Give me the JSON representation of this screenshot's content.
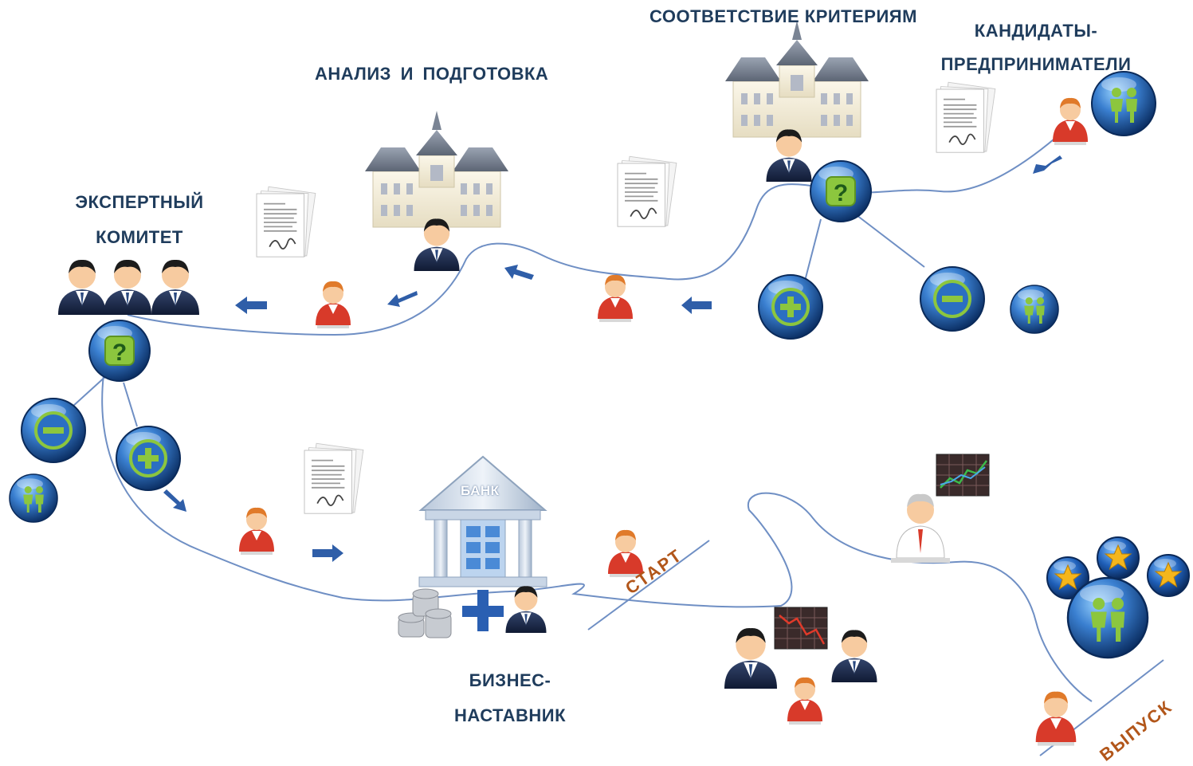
{
  "labels": {
    "criteria": "СООТВЕТСТВИЕ КРИТЕРИЯМ",
    "candidates": "КАНДИДАТЫ-\nПРЕДПРИНИМАТЕЛИ",
    "analysis": "АНАЛИЗ И ПОДГОТОВКА",
    "expert": "ЭКСПЕРТНЫЙ\nКОМИТЕТ",
    "bank": "БАНК",
    "mentor": "БИЗНЕС-\nНАСТАВНИК",
    "start": "СТАРТ",
    "release": "ВЫПУСК"
  },
  "colors": {
    "path_line": "#6f8fc4",
    "arrow": "#2f5ea8",
    "label": "#1f3c5c",
    "milestone_label": "#b2561a",
    "sphere_dark": "#0e3f7a",
    "sphere_light": "#5fb0f0",
    "question_green": "#8cc63e",
    "star_gold": "#f5b61c",
    "building_roof": "#6e7888",
    "building_wall": "#f2ecd8",
    "suit_dark": "#1c2a4a",
    "person_red": "#d83a2a",
    "skin": "#f7cba0",
    "hair_orange": "#e07a2a"
  },
  "icons": [
    "building-icon",
    "document-icon",
    "person-icon",
    "sphere-question-icon",
    "sphere-plus-icon",
    "sphere-minus-icon",
    "sphere-people-icon",
    "star-icon",
    "bank-icon",
    "coins-icon",
    "chart-icon",
    "direction-arrow-icon"
  ]
}
